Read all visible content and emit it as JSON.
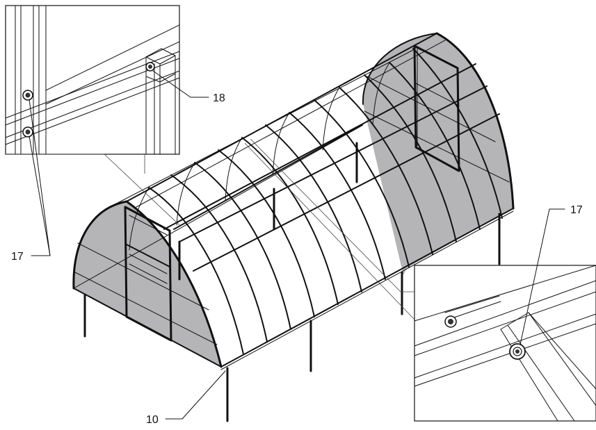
{
  "callouts": {
    "c17_left": "17",
    "c18": "18",
    "c17_right": "17",
    "c10": "10"
  },
  "colors": {
    "line": "#111111",
    "panel_fill": "#b5b5b8",
    "background": "#ffffff"
  }
}
